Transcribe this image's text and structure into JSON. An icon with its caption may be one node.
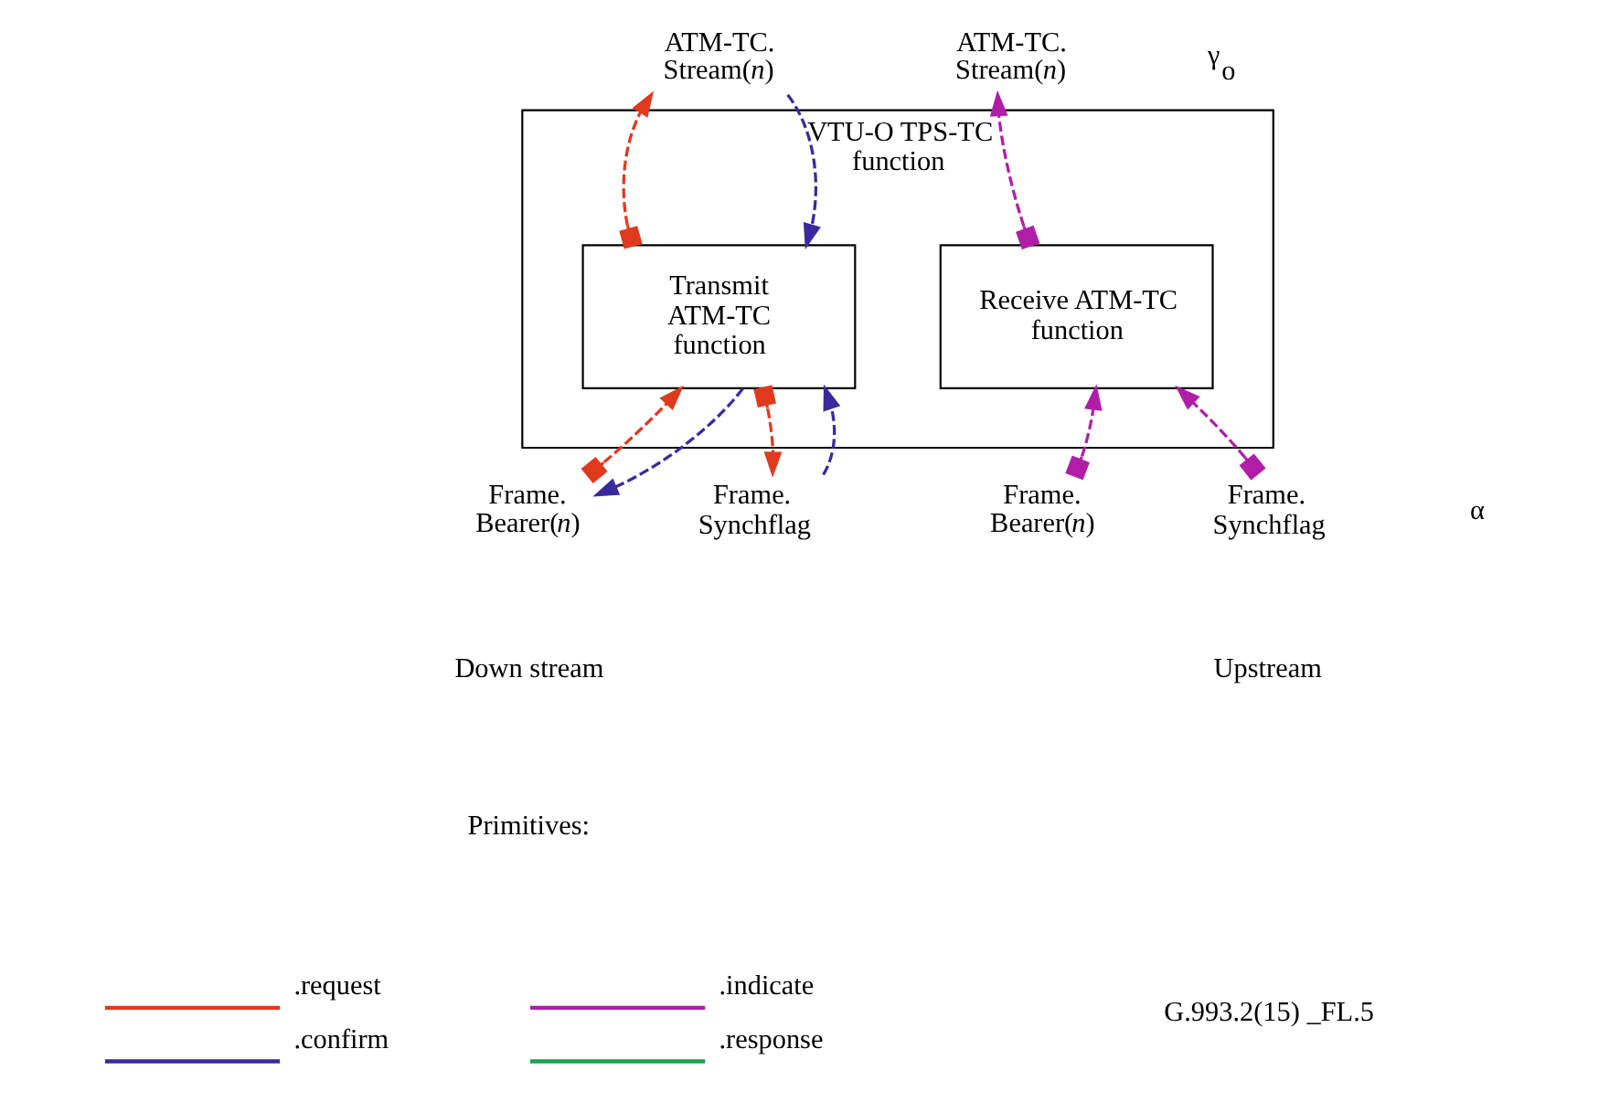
{
  "diagram": {
    "nodes": [
      {
        "text": [
          "VTU-O TPS-TC function"
        ]
      },
      {
        "text": [
          "Transmit ATM-TC function"
        ],
        "in": 0
      },
      {
        "text": [
          "Receive ATM-TC function"
        ],
        "in": 0
      },
      {
        "text": [
          "ATM-TC. Stream(*n*)"
        ]
      },
      {
        "text": [
          "ATM-TC. Stream(*n*)"
        ]
      },
      {
        "text": [
          "Frame. Bearer(*n*)"
        ]
      },
      {
        "text": [
          "Frame. Synchflag"
        ]
      },
      {
        "text": [
          "Frame. Bearer(*n*)"
        ]
      },
      {
        "text": [
          "Frame. Synchflag"
        ]
      }
    ],
    "edges": [
      {
        "from": 1,
        "to": 3,
        "arrow": "to",
        "style": "dashed",
        "color": "#e03a1e"
      },
      {
        "from": 3,
        "to": 1,
        "arrow": "to",
        "style": "dashed",
        "color": "#3b2a9e"
      },
      {
        "from": 5,
        "to": 1,
        "arrow": "to",
        "style": "dashed",
        "color": "#e03a1e"
      },
      {
        "from": 1,
        "to": 5,
        "arrow": "to",
        "style": "dashed",
        "color": "#3b2a9e"
      },
      {
        "from": 1,
        "to": 6,
        "arrow": "to",
        "style": "dashed",
        "color": "#e03a1e"
      },
      {
        "from": 6,
        "to": 1,
        "arrow": "to",
        "style": "dashed",
        "color": "#3b2a9e"
      },
      {
        "from": 2,
        "to": 4,
        "arrow": "to",
        "style": "dashed",
        "color": "#b01ea8"
      },
      {
        "from": 7,
        "to": 2,
        "arrow": "to",
        "style": "dashed",
        "color": "#b01ea8"
      },
      {
        "from": 8,
        "to": 2,
        "arrow": "to",
        "style": "dashed",
        "color": "#b01ea8"
      }
    ],
    "labels": [
      "γ$_{o}$",
      "α",
      "Down stream",
      "Upstream",
      "Primitives:",
      "G.993.2(15) _FL.5"
    ],
    "legend": [
      {
        "text": ".request"
      },
      {
        "text": ".indicate"
      },
      {
        "text": ".confirm"
      },
      {
        "text": ".response"
      }
    ]
  }
}
